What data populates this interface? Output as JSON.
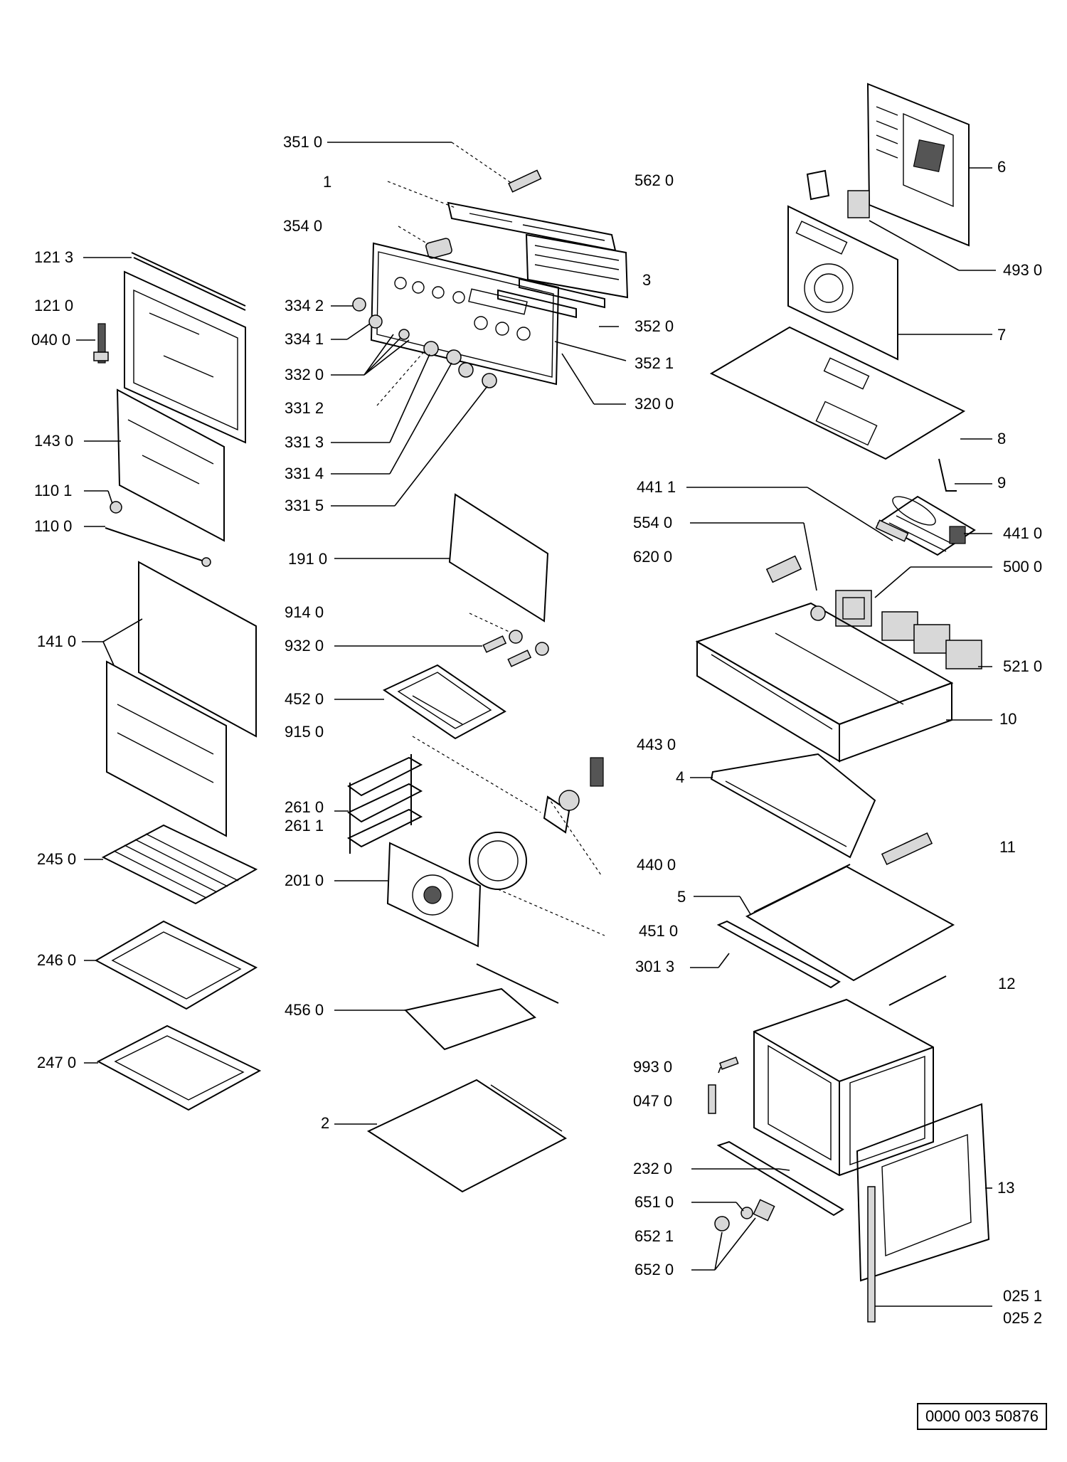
{
  "drawing_number": "0000 003 50876",
  "labels": {
    "l_3510": "351 0",
    "l_1": "1",
    "l_5620": "562 0",
    "l_3540": "354 0",
    "l_1213": "121 3",
    "l_1210": "121 0",
    "l_0400": "040 0",
    "l_3342": "334 2",
    "l_3341": "334 1",
    "l_3320": "332 0",
    "l_3312": "331 2",
    "l_3313": "331 3",
    "l_3314": "331 4",
    "l_3315": "331 5",
    "l_3": "3",
    "l_3520": "352 0",
    "l_3521": "352 1",
    "l_3200": "320 0",
    "l_1430": "143 0",
    "l_1101": "110 1",
    "l_1100": "110 0",
    "l_1910": "191 0",
    "l_1410": "141 0",
    "l_9140": "914 0",
    "l_9320": "932 0",
    "l_4520": "452 0",
    "l_9150": "915 0",
    "l_2610": "261 0",
    "l_2611": "261 1",
    "l_2450": "245 0",
    "l_2010": "201 0",
    "l_2460": "246 0",
    "l_4560": "456 0",
    "l_2470": "247 0",
    "l_2": "2",
    "l_6": "6",
    "l_4930": "493 0",
    "l_7": "7",
    "l_8": "8",
    "l_9": "9",
    "l_4411": "441 1",
    "l_5540": "554 0",
    "l_4410": "441 0",
    "l_6200": "620 0",
    "l_5000": "500 0",
    "l_5210": "521 0",
    "l_10": "10",
    "l_4430": "443 0",
    "l_4": "4",
    "l_4400": "440 0",
    "l_11": "11",
    "l_5": "5",
    "l_4510": "451 0",
    "l_3013": "301 3",
    "l_12": "12",
    "l_9930": "993 0",
    "l_0470": "047 0",
    "l_2320": "232 0",
    "l_13": "13",
    "l_6510": "651 0",
    "l_6521": "652 1",
    "l_6520": "652 0",
    "l_0251": "025 1",
    "l_0252": "025 2"
  }
}
